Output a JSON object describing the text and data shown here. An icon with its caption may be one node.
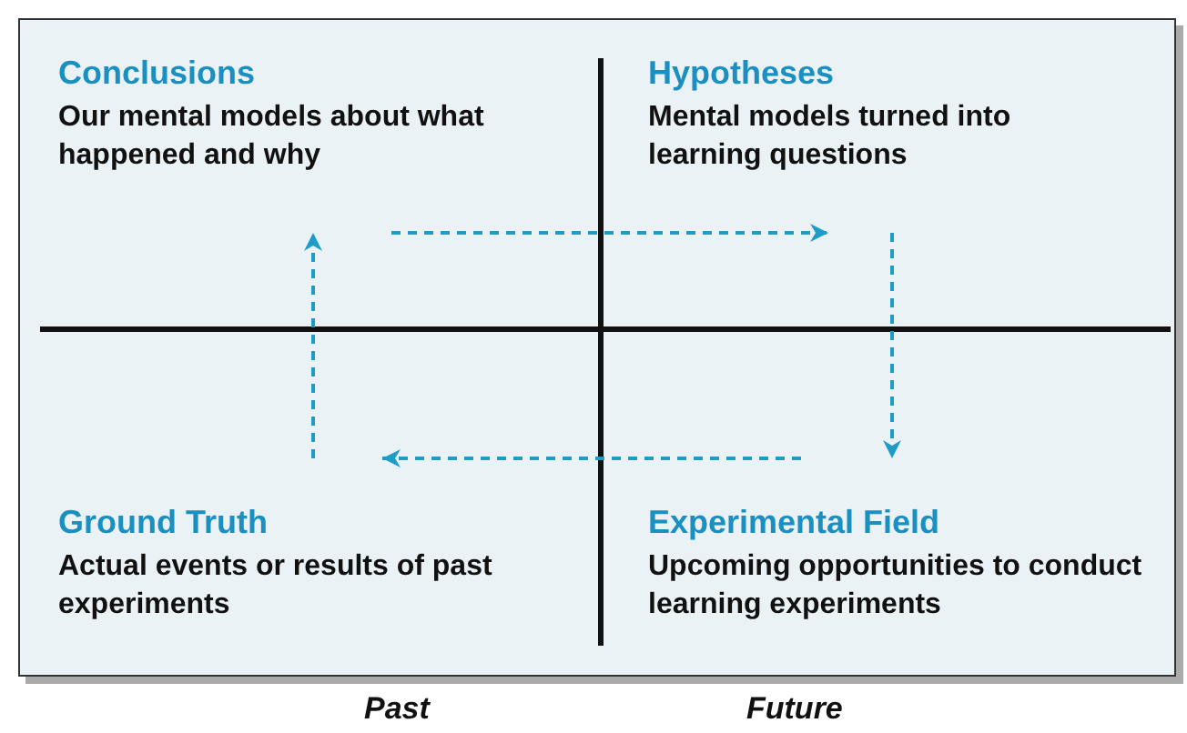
{
  "diagram": {
    "nodes": [
      {
        "text": [
          "Conclusions",
          "Our mental models about what happened and why"
        ]
      },
      {
        "text": [
          "Hypotheses",
          "Mental models turned into learning questions"
        ]
      },
      {
        "text": [
          "Ground Truth",
          "Actual events or results of past experiments"
        ]
      },
      {
        "text": [
          "Experimental Field",
          "Upcoming opportunities to conduct learning experiments"
        ]
      }
    ],
    "edges": [
      {
        "from": 0,
        "to": 1,
        "arrow": "to",
        "style": "dashed"
      },
      {
        "from": 1,
        "to": 3,
        "arrow": "to",
        "style": "dashed"
      },
      {
        "from": 3,
        "to": 2,
        "arrow": "to",
        "style": "dashed"
      },
      {
        "from": 2,
        "to": 0,
        "arrow": "to",
        "style": "dashed"
      }
    ],
    "labels": [
      "Past",
      "Future"
    ]
  }
}
